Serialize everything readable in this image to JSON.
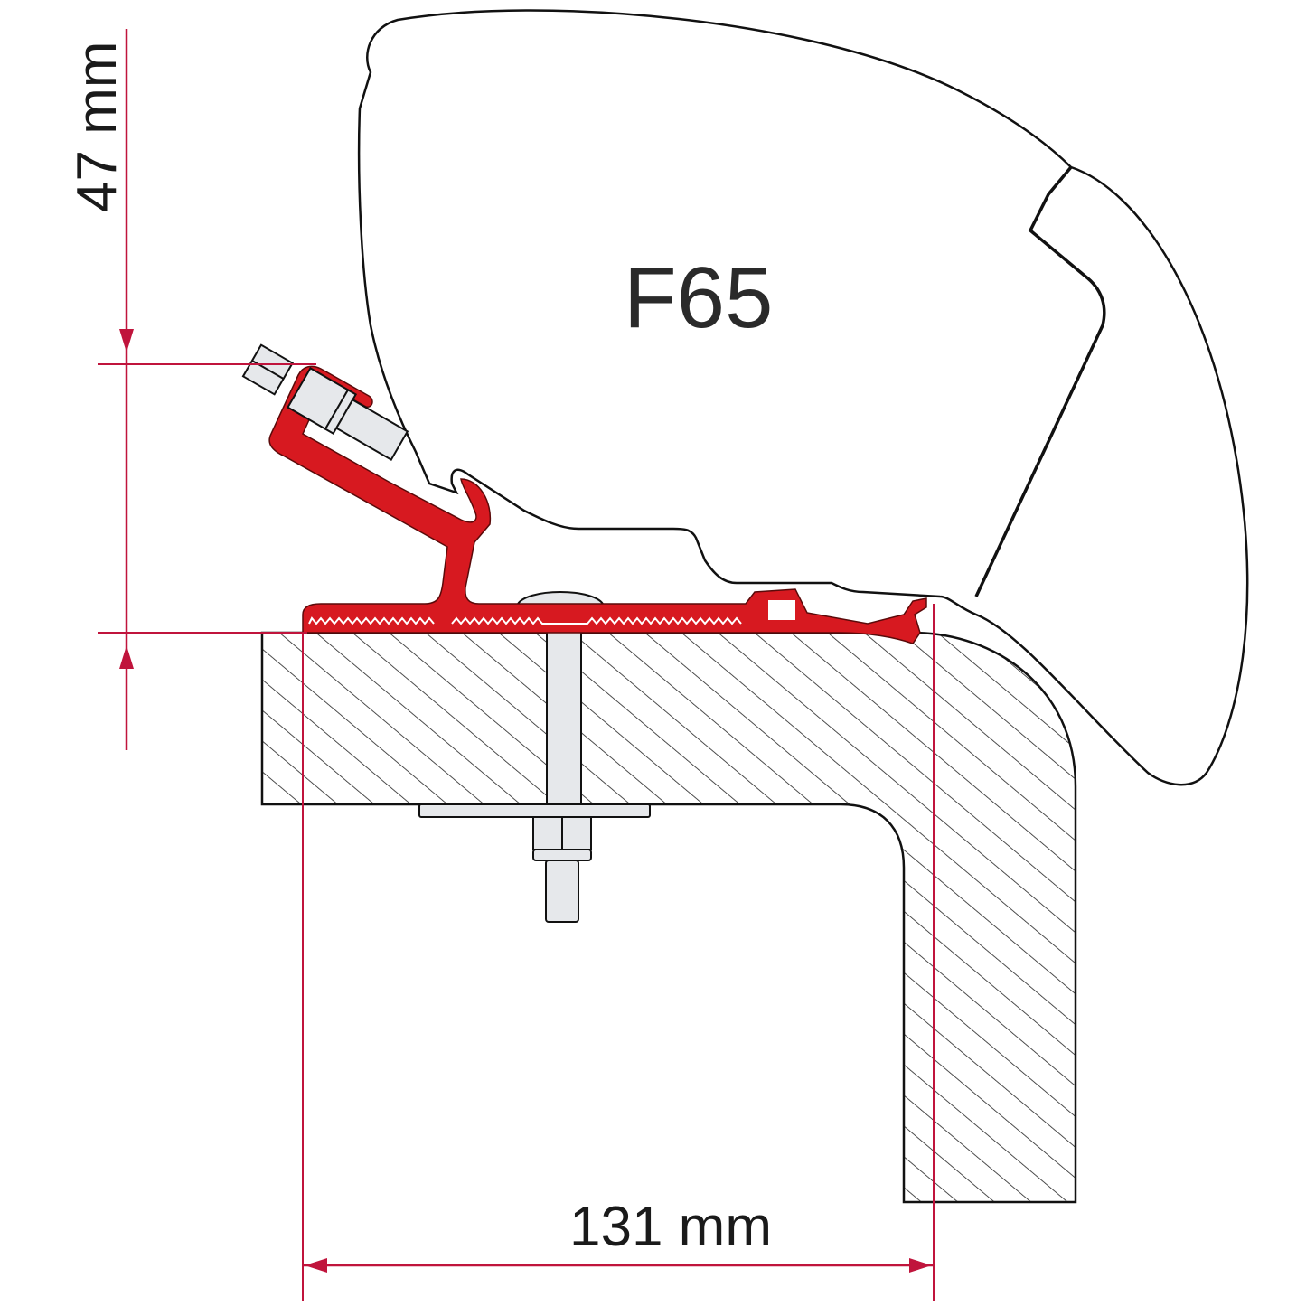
{
  "diagram": {
    "model_label": "F65",
    "dimensions": {
      "vertical": {
        "value": 47,
        "unit": "mm",
        "label": "47 mm"
      },
      "horizontal": {
        "value": 131,
        "unit": "mm",
        "label": "131 mm"
      }
    },
    "colors": {
      "dimension_line": "#c0143c",
      "adapter": "#d71920",
      "outline": "#111111",
      "hatch_fill": "#ffffff",
      "bolt_fill": "#e6e8eb"
    },
    "components": [
      {
        "name": "awning-cassette",
        "label": "F65"
      },
      {
        "name": "adapter-rail"
      },
      {
        "name": "mounting-bolt"
      },
      {
        "name": "vehicle-roof-section"
      }
    ]
  }
}
